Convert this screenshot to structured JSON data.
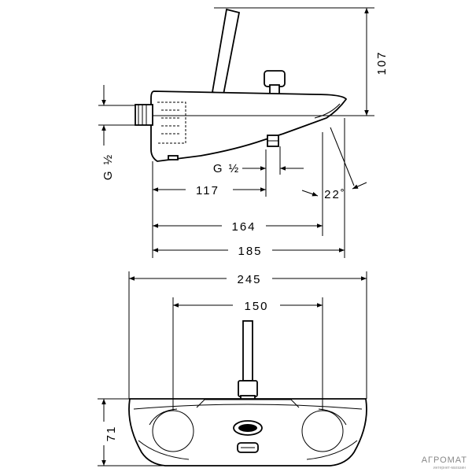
{
  "dimensions": {
    "height_top": "107",
    "inlet_thread_left": "G ½",
    "inlet_thread_mid": "G ½",
    "width_117": "117",
    "angle": "22˚",
    "width_164": "164",
    "width_185": "185",
    "width_245": "245",
    "width_150": "150",
    "height_71": "71"
  },
  "watermark": {
    "brand": "АГРОМАТ",
    "sub": "интернет-магазин"
  }
}
